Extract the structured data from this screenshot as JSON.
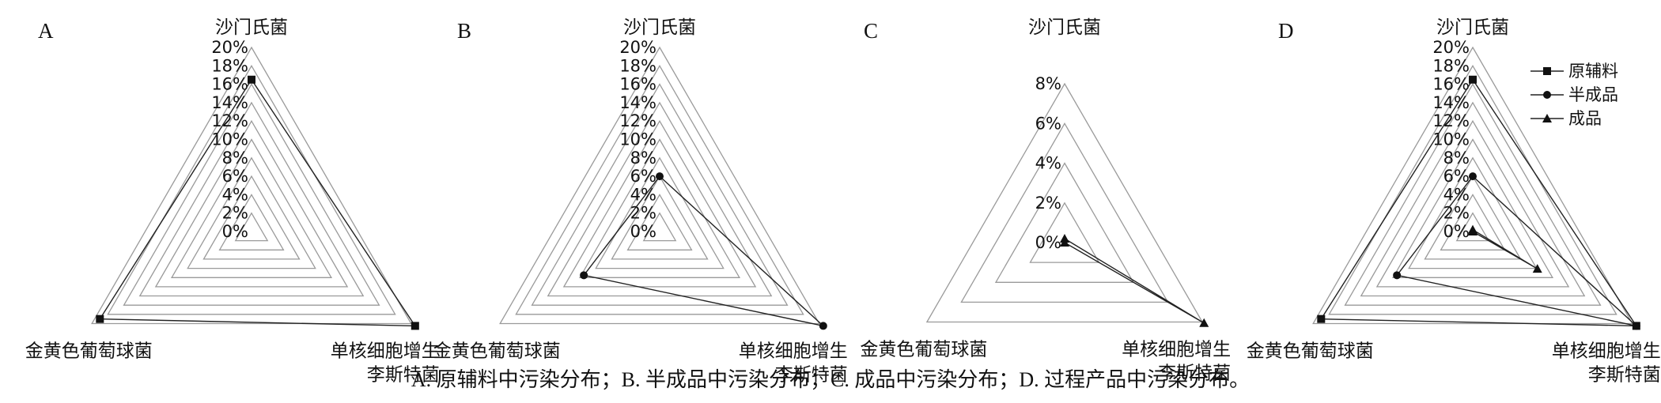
{
  "chart_data": [
    {
      "type": "radar",
      "panel_label": "A",
      "axes": [
        "沙门氏菌",
        "单核细胞增生\n李斯特菌",
        "金黄色葡萄球菌"
      ],
      "ticks": [
        "0%",
        "2%",
        "4%",
        "6%",
        "8%",
        "10%",
        "12%",
        "14%",
        "16%",
        "18%",
        "20%"
      ],
      "rmax": 20,
      "series": [
        {
          "values": [
            16.5,
            20.5,
            19.0
          ],
          "marker": "square"
        }
      ]
    },
    {
      "type": "radar",
      "panel_label": "B",
      "axes": [
        "沙门氏菌",
        "单核细胞增生\n李斯特菌",
        "金黄色葡萄球菌"
      ],
      "ticks": [
        "0%",
        "2%",
        "4%",
        "6%",
        "8%",
        "10%",
        "12%",
        "14%",
        "16%",
        "18%",
        "20%"
      ],
      "rmax": 20,
      "series": [
        {
          "values": [
            6.0,
            20.5,
            9.5
          ],
          "marker": "circle"
        }
      ]
    },
    {
      "type": "radar",
      "panel_label": "C",
      "axes": [
        "沙门氏菌",
        "单核细胞增生\n李斯特菌",
        "金黄色葡萄球菌"
      ],
      "ticks": [
        "0%",
        "2%",
        "4%",
        "6%",
        "8%"
      ],
      "rmax": 8,
      "series": [
        {
          "values": [
            0.2,
            8.1,
            0.0
          ],
          "marker": "triangle"
        }
      ]
    },
    {
      "type": "radar",
      "panel_label": "D",
      "axes": [
        "沙门氏菌",
        "单核细胞增生\n李斯特菌",
        "金黄色葡萄球菌"
      ],
      "ticks": [
        "0%",
        "2%",
        "4%",
        "6%",
        "8%",
        "10%",
        "12%",
        "14%",
        "16%",
        "18%",
        "20%"
      ],
      "rmax": 20,
      "legend": {
        "position": "top-right"
      },
      "series": [
        {
          "name": "原辅料",
          "values": [
            16.5,
            20.5,
            19.0
          ],
          "marker": "square"
        },
        {
          "name": "半成品",
          "values": [
            6.0,
            20.5,
            9.5
          ],
          "marker": "circle"
        },
        {
          "name": "成品",
          "values": [
            0.2,
            8.1,
            0.0
          ],
          "marker": "triangle"
        }
      ]
    }
  ],
  "caption": "A. 原辅料中污染分布；B. 半成品中污染分布；C. 成品中污染分布；D. 过程产品中污染分布。"
}
